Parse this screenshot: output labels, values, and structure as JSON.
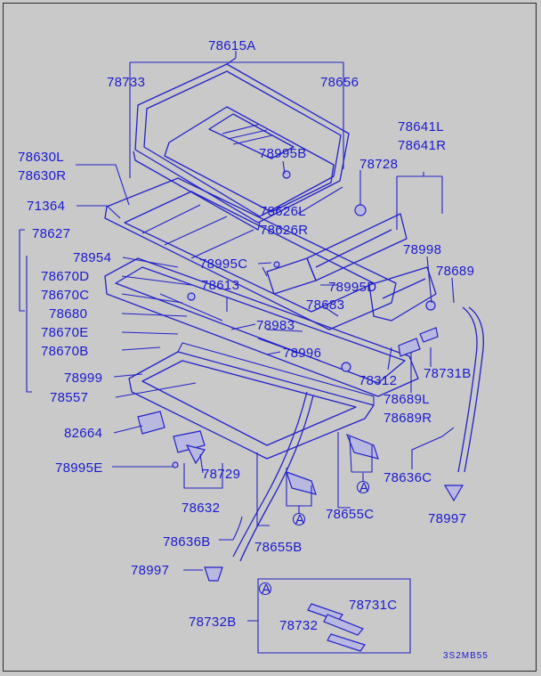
{
  "labels": {
    "p78615A": "78615A",
    "p78733": "78733",
    "p78656": "78656",
    "p78641L": "78641L",
    "p78641R": "78641R",
    "p78630L": "78630L",
    "p78630R": "78630R",
    "p78995B": "78995B",
    "p78728": "78728",
    "p71364": "71364",
    "p78626L": "78626L",
    "p78626R": "78626R",
    "p78627": "78627",
    "p78954": "78954",
    "p78995C": "78995C",
    "p78998": "78998",
    "p78689": "78689",
    "p78670D": "78670D",
    "p78670C": "78670C",
    "p78613": "78613",
    "p78995D": "78995D",
    "p78680": "78680",
    "p78683": "78683",
    "p78670E": "78670E",
    "p78983": "78983",
    "p78670B": "78670B",
    "p78996": "78996",
    "p78312": "78312",
    "p78731B": "78731B",
    "p78999": "78999",
    "p78557": "78557",
    "p78689L": "78689L",
    "p78689R": "78689R",
    "p82664": "82664",
    "p78995E": "78995E",
    "p78729": "78729",
    "p78636C": "78636C",
    "p78632": "78632",
    "p78655C": "78655C",
    "p78997a": "78997",
    "p78636B": "78636B",
    "p78655B": "78655B",
    "p78997b": "78997",
    "p78732B": "78732B",
    "p78731C": "78731C",
    "p78732": "78732",
    "callout_a1": "A",
    "callout_a2": "A",
    "callout_a3": "A"
  },
  "diagram_code": "3S2MB55",
  "colors": {
    "ink": "#1a1ad0",
    "line": "#2222c8",
    "background": "#c9c9c9",
    "frame": "#2a2a2a"
  }
}
